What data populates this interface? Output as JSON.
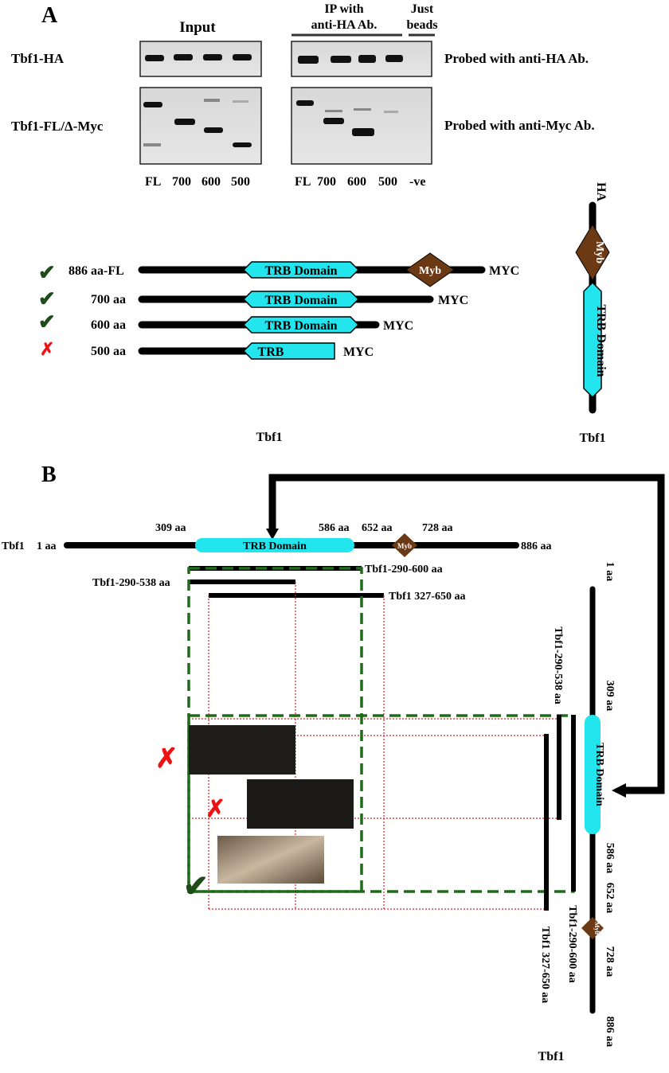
{
  "panel_a": {
    "label": "A",
    "input_title": "Input",
    "ip_title_1": "IP with",
    "ip_title_2": "anti-HA Ab.",
    "beads_title_1": "Just",
    "beads_title_2": "beads",
    "row1_label": "Tbf1-HA",
    "row2_label": "Tbf1-FL/Δ-Myc",
    "probe1": "Probed with anti-HA Ab.",
    "probe2": "Probed with anti-Myc Ab.",
    "input_lanes": [
      "FL",
      "700",
      "600",
      "500"
    ],
    "ip_lanes": [
      "FL",
      "700",
      "600",
      "500",
      "-ve"
    ],
    "constructs": [
      {
        "label": "886 aa-FL",
        "interacts": true,
        "domain": "TRB Domain",
        "myb": "Myb",
        "tag": "MYC"
      },
      {
        "label": "700 aa",
        "interacts": true,
        "domain": "TRB Domain",
        "tag": "MYC"
      },
      {
        "label": "600 aa",
        "interacts": true,
        "domain": "TRB Domain",
        "tag": "MYC"
      },
      {
        "label": "500 aa",
        "interacts": false,
        "domain": "TRB",
        "tag": "MYC"
      }
    ],
    "caption_left": "Tbf1",
    "vertical_protein": {
      "tag": "HA",
      "myb": "Myb",
      "domain": "TRB Domain",
      "caption": "Tbf1"
    }
  },
  "panel_b": {
    "label": "B",
    "protein_label": "Tbf1",
    "positions": [
      "1 aa",
      "309 aa",
      "586 aa",
      "652 aa",
      "728 aa",
      "886 aa"
    ],
    "domain": "TRB Domain",
    "myb": "Myb",
    "fragments": [
      "Tbf1-290-600 aa",
      "Tbf1-290-538 aa",
      "Tbf1 327-650 aa"
    ],
    "vertical_fragments": [
      "Tbf1-290-538 aa",
      "Tbf1-290-600 aa",
      "Tbf1 327-650 aa"
    ],
    "vertical_caption": "Tbf1",
    "results": [
      {
        "combination": "Tbf1-290-538 aa x Tbf1-290-538 aa",
        "interacts": false
      },
      {
        "combination": "Tbf1 327-650 aa x Tbf1 327-650 aa",
        "interacts": false
      },
      {
        "combination": "Tbf1-290-600 aa x Tbf1-290-600 aa",
        "interacts": true
      }
    ]
  },
  "colors": {
    "trb_domain": "#22e5ee",
    "myb": "#6b3a14",
    "check": "#1e4d1a",
    "cross": "#ee1111",
    "dashed_green": "#1e6b1a",
    "dotted_red": "#e02020"
  }
}
